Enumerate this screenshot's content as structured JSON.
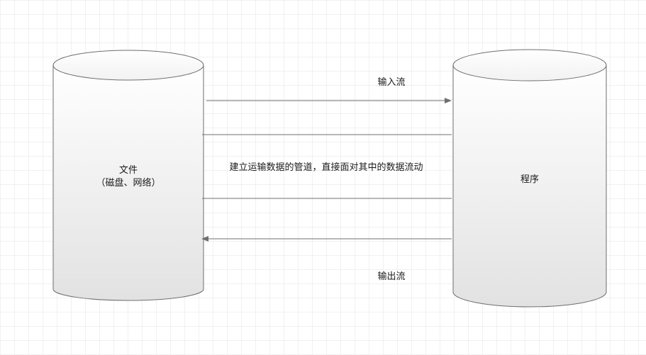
{
  "left_node": {
    "title": "文件",
    "subtitle": "（磁盘、网络）"
  },
  "right_node": {
    "title": "程序"
  },
  "labels": {
    "input_stream": "输入流",
    "output_stream": "输出流",
    "pipe_description": "建立运输数据的管道，直接面对其中的数据流动"
  },
  "colors": {
    "grid": "#e6e6e6",
    "cylinder_stroke": "#6e6e6e",
    "cylinder_fill_light": "#ffffff",
    "cylinder_fill_dark": "#e2e2e2",
    "line": "#6f6f6f"
  }
}
